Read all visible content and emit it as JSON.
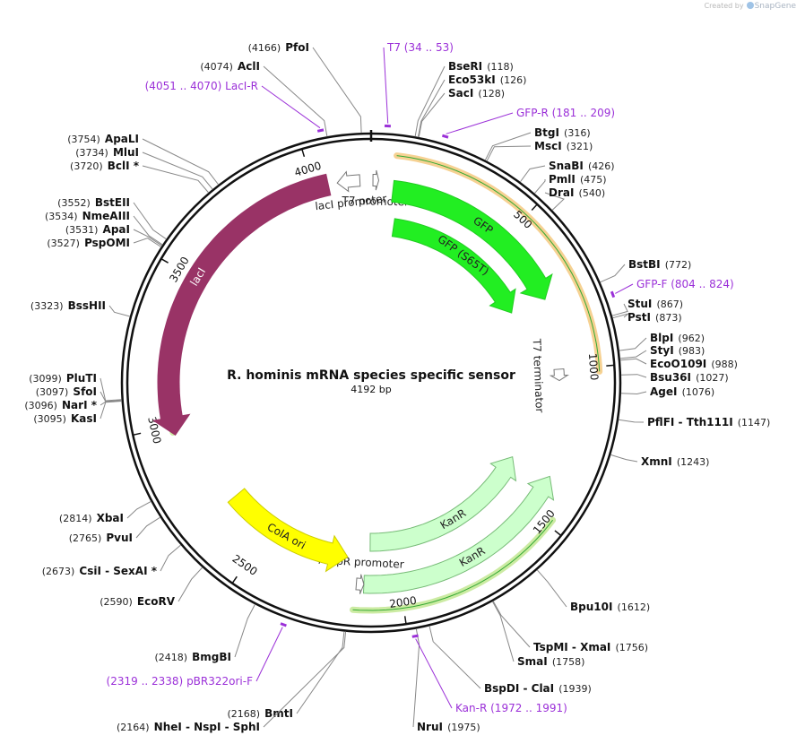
{
  "credit": {
    "prefix": "Created by",
    "brand": "SnapGene"
  },
  "plasmid": {
    "name": "R. hominis mRNA species specific sensor",
    "length_label": "4192 bp",
    "length": 4192
  },
  "ticks": [
    {
      "pos": 500,
      "label": "500"
    },
    {
      "pos": 1000,
      "label": "1000"
    },
    {
      "pos": 1500,
      "label": "1500"
    },
    {
      "pos": 2000,
      "label": "2000"
    },
    {
      "pos": 2500,
      "label": "2500"
    },
    {
      "pos": 3000,
      "label": "3000"
    },
    {
      "pos": 3500,
      "label": "3500"
    },
    {
      "pos": 4000,
      "label": "4000"
    }
  ],
  "features": [
    {
      "name": "lacI promoter",
      "start": 4155,
      "end": 4080,
      "dir": -1,
      "color": "#ffffff",
      "stroke": "#777777",
      "label_color": "#222222",
      "kind": "small"
    },
    {
      "name": "T7 promoter",
      "start": 6,
      "end": 25,
      "dir": 1,
      "color": "#ffffff",
      "stroke": "#777777",
      "label_color": "#222222",
      "kind": "small"
    },
    {
      "name": "lacI",
      "start": 4050,
      "end": 2970,
      "dir": -1,
      "color": "#993366",
      "stroke": "#993366",
      "label_color": "#ffffff",
      "kind": "major"
    },
    {
      "name": "GFP",
      "start": 75,
      "end": 750,
      "dir": 1,
      "color": "#22ee22",
      "stroke": "#22cc22",
      "label_color": "#222222",
      "kind": "major"
    },
    {
      "name": "GFP (S65T)",
      "start": 95,
      "end": 740,
      "dir": 1,
      "color": "#22ee22",
      "stroke": "#22cc22",
      "label_color": "#222222",
      "kind": "major"
    },
    {
      "name": "T7 terminator",
      "start": 1000,
      "end": 1040,
      "dir": 1,
      "color": "#ffffff",
      "stroke": "#777777",
      "label_color": "#222222",
      "kind": "small"
    },
    {
      "name": "KanR",
      "start": 2100,
      "end": 1370,
      "dir": -1,
      "color": "#ccffcc",
      "stroke": "#77bb77",
      "label_color": "#222222",
      "kind": "major"
    },
    {
      "name": "KanR",
      "start": 2120,
      "end": 1370,
      "dir": -1,
      "color": "#ccffcc",
      "stroke": "#77bb77",
      "label_color": "#222222",
      "kind": "major"
    },
    {
      "name": "AmpR promoter",
      "start": 2145,
      "end": 2120,
      "dir": -1,
      "color": "#ffffff",
      "stroke": "#777777",
      "label_color": "#222222",
      "kind": "small"
    },
    {
      "name": "ColA ori",
      "start": 2680,
      "end": 2185,
      "dir": -1,
      "color": "#ffff00",
      "stroke": "#cccc00",
      "label_color": "#222222",
      "kind": "major"
    }
  ],
  "highlights": [
    {
      "start": 3525,
      "end": 2980,
      "color": "#aadd66"
    },
    {
      "start": 75,
      "end": 1015,
      "color": "#f0b24a"
    },
    {
      "start": 2150,
      "end": 1480,
      "color": "#aadd66"
    }
  ],
  "sites": [
    {
      "name": "PfoI",
      "pos": 4166,
      "pos_label": "(4166)"
    },
    {
      "name": "AclI",
      "pos": 4074,
      "pos_label": "(4074)"
    },
    {
      "name": "ApaLI",
      "pos": 3754,
      "pos_label": "(3754)"
    },
    {
      "name": "MluI",
      "pos": 3734,
      "pos_label": "(3734)"
    },
    {
      "name": "BclI *",
      "pos": 3720,
      "pos_label": "(3720)"
    },
    {
      "name": "BstEII",
      "pos": 3552,
      "pos_label": "(3552)"
    },
    {
      "name": "NmeAIII",
      "pos": 3534,
      "pos_label": "(3534)"
    },
    {
      "name": "ApaI",
      "pos": 3531,
      "pos_label": "(3531)"
    },
    {
      "name": "PspOMI",
      "pos": 3527,
      "pos_label": "(3527)"
    },
    {
      "name": "BssHII",
      "pos": 3323,
      "pos_label": "(3323)"
    },
    {
      "name": "PluTI",
      "pos": 3099,
      "pos_label": "(3099)"
    },
    {
      "name": "SfoI",
      "pos": 3097,
      "pos_label": "(3097)"
    },
    {
      "name": "NarI *",
      "pos": 3096,
      "pos_label": "(3096)"
    },
    {
      "name": "KasI",
      "pos": 3095,
      "pos_label": "(3095)"
    },
    {
      "name": "XbaI",
      "pos": 2814,
      "pos_label": "(2814)"
    },
    {
      "name": "PvuI",
      "pos": 2765,
      "pos_label": "(2765)"
    },
    {
      "name": "CsiI  -  SexAI *",
      "pos": 2673,
      "pos_label": "(2673)"
    },
    {
      "name": "EcoRV",
      "pos": 2590,
      "pos_label": "(2590)"
    },
    {
      "name": "BmgBI",
      "pos": 2418,
      "pos_label": "(2418)"
    },
    {
      "name": "BmtI",
      "pos": 2168,
      "pos_label": "(2168)"
    },
    {
      "name": "NheI  -  NspI  -  SphI",
      "pos": 2164,
      "pos_label": "(2164)"
    },
    {
      "name": "BseRI",
      "pos": 118,
      "pos_label": "(118)"
    },
    {
      "name": "Eco53kI",
      "pos": 126,
      "pos_label": "(126)"
    },
    {
      "name": "SacI",
      "pos": 128,
      "pos_label": "(128)"
    },
    {
      "name": "BtgI",
      "pos": 316,
      "pos_label": "(316)"
    },
    {
      "name": "MscI",
      "pos": 321,
      "pos_label": "(321)"
    },
    {
      "name": "SnaBI",
      "pos": 426,
      "pos_label": "(426)"
    },
    {
      "name": "PmlI",
      "pos": 475,
      "pos_label": "(475)"
    },
    {
      "name": "DraI",
      "pos": 540,
      "pos_label": "(540)"
    },
    {
      "name": "BstBI",
      "pos": 772,
      "pos_label": "(772)"
    },
    {
      "name": "StuI",
      "pos": 867,
      "pos_label": "(867)"
    },
    {
      "name": "PstI",
      "pos": 873,
      "pos_label": "(873)"
    },
    {
      "name": "BlpI",
      "pos": 962,
      "pos_label": "(962)"
    },
    {
      "name": "StyI",
      "pos": 983,
      "pos_label": "(983)"
    },
    {
      "name": "EcoO109I",
      "pos": 988,
      "pos_label": "(988)"
    },
    {
      "name": "Bsu36I",
      "pos": 1027,
      "pos_label": "(1027)"
    },
    {
      "name": "AgeI",
      "pos": 1076,
      "pos_label": "(1076)"
    },
    {
      "name": "PflFI  -  Tth111I",
      "pos": 1147,
      "pos_label": "(1147)"
    },
    {
      "name": "XmnI",
      "pos": 1243,
      "pos_label": "(1243)"
    },
    {
      "name": "Bpu10I",
      "pos": 1612,
      "pos_label": "(1612)"
    },
    {
      "name": "TspMI  -  XmaI",
      "pos": 1756,
      "pos_label": "(1756)"
    },
    {
      "name": "SmaI",
      "pos": 1758,
      "pos_label": "(1758)"
    },
    {
      "name": "BspDI  -  ClaI",
      "pos": 1939,
      "pos_label": "(1939)"
    },
    {
      "name": "NruI",
      "pos": 1975,
      "pos_label": "(1975)"
    }
  ],
  "primers": [
    {
      "name": "T7",
      "range": "(34 .. 53)",
      "pos": 43
    },
    {
      "name": "LacI-R",
      "range": "(4051 .. 4070)",
      "pos": 4060
    },
    {
      "name": "GFP-R",
      "range": "(181 .. 209)",
      "pos": 195
    },
    {
      "name": "GFP-F",
      "range": "(804 .. 824)",
      "pos": 814
    },
    {
      "name": "pBR322ori-F",
      "range": "(2319 .. 2338)",
      "pos": 2328
    },
    {
      "name": "Kan-R",
      "range": "(1972 .. 1991)",
      "pos": 1981
    }
  ]
}
